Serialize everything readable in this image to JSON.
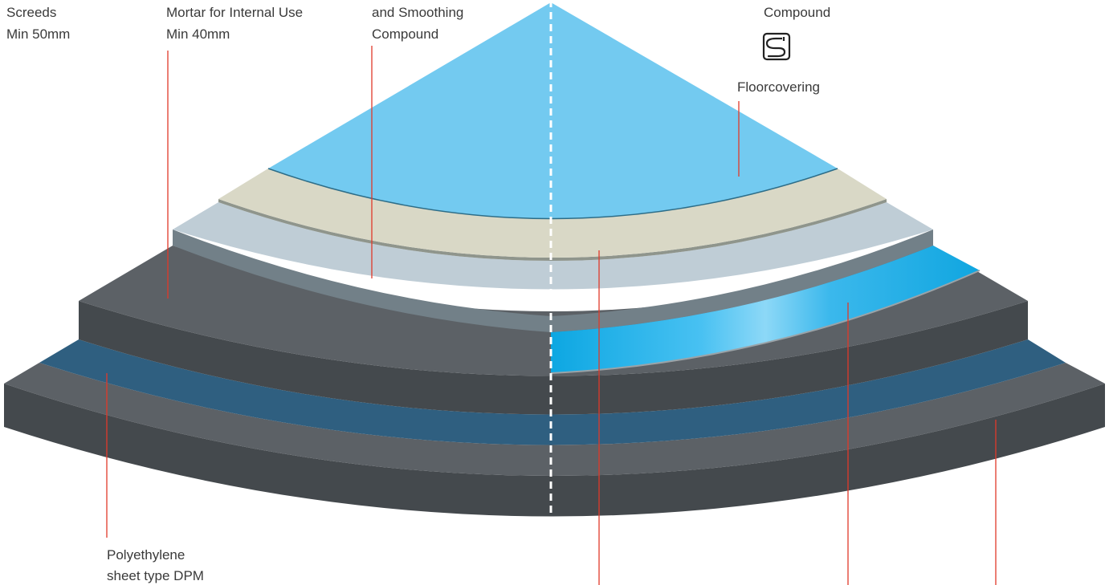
{
  "labels": {
    "screeds_line1": "Screeds",
    "screeds_line2": "Min 50mm",
    "mortar_line1": "Mortar for Internal Use",
    "mortar_line2": "Min 40mm",
    "smoothing_line1": "and Smoothing",
    "smoothing_line2": "Compound",
    "compound": "Compound",
    "floorcovering": "Floorcovering",
    "dpm_line1": "Polyethylene",
    "dpm_line2": "sheet  type DPM"
  },
  "icons": {
    "heating_cable": "heating-cable-icon"
  },
  "colors": {
    "floorcovering_top": "#73caf0",
    "smoothing_compound": "#d9d8c6",
    "mortar_top": "#bfcdd6",
    "screed_top": "#5c6166",
    "screed_front": "#44494d",
    "dpm": "#2f5f80",
    "heating_layer": "#18a9e3",
    "leader_line": "#e0392a"
  }
}
